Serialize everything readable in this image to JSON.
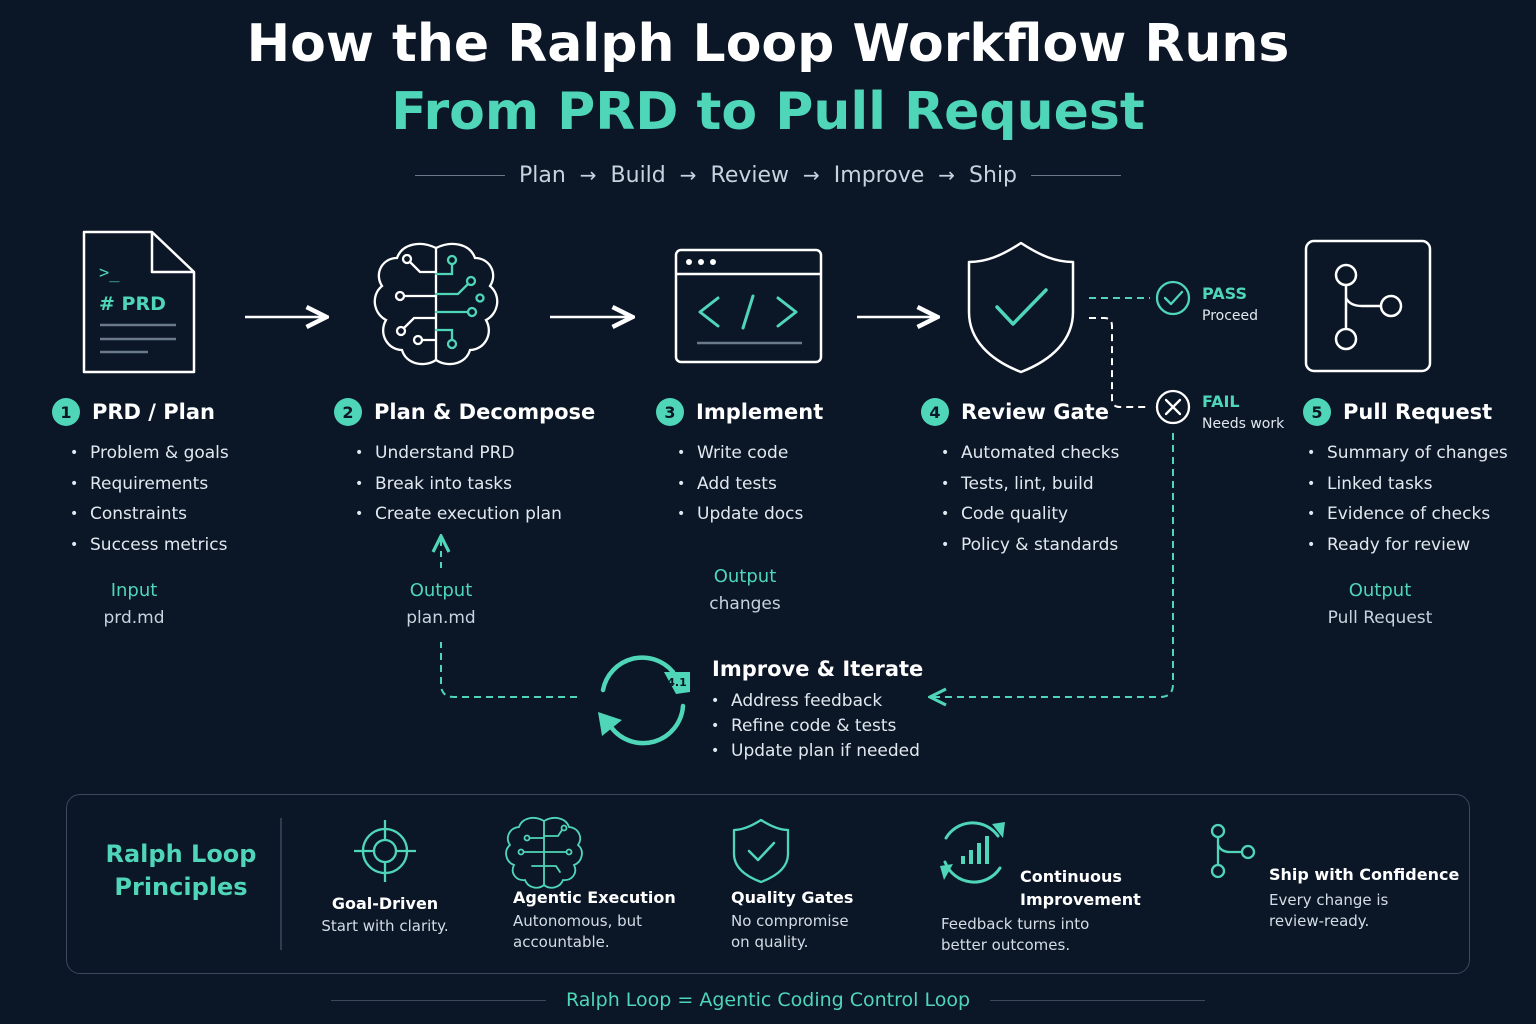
{
  "header": {
    "title": "How the Ralph Loop Workflow Runs",
    "subtitle": "From PRD to Pull Request",
    "stages": [
      "Plan",
      "Build",
      "Review",
      "Improve",
      "Ship"
    ],
    "arrow": "→"
  },
  "prd_doc": {
    "prompt": ">_",
    "heading": "# PRD"
  },
  "steps": [
    {
      "number": "1",
      "title": "PRD / Plan",
      "bullets": [
        "Problem & goals",
        "Requirements",
        "Constraints",
        "Success metrics"
      ],
      "io_label": "Input",
      "io_value": "prd.md"
    },
    {
      "number": "2",
      "title": "Plan & Decompose",
      "bullets": [
        "Understand PRD",
        "Break into tasks",
        "Create execution plan"
      ],
      "io_label": "Output",
      "io_value": "plan.md"
    },
    {
      "number": "3",
      "title": "Implement",
      "bullets": [
        "Write code",
        "Add tests",
        "Update docs"
      ],
      "io_label": "Output",
      "io_value": "changes"
    },
    {
      "number": "4",
      "title": "Review Gate",
      "bullets": [
        "Automated checks",
        "Tests, lint, build",
        "Code quality",
        "Policy & standards"
      ]
    },
    {
      "number": "5",
      "title": "Pull Request",
      "bullets": [
        "Summary of changes",
        "Linked tasks",
        "Evidence of checks",
        "Ready for review"
      ],
      "io_label": "Output",
      "io_value": "Pull Request"
    }
  ],
  "gate": {
    "pass_label": "PASS",
    "pass_sub": "Proceed",
    "fail_label": "FAIL",
    "fail_sub": "Needs work"
  },
  "iterate": {
    "badge": "4.1",
    "title": "Improve & Iterate",
    "bullets": [
      "Address feedback",
      "Refine code & tests",
      "Update plan if needed"
    ]
  },
  "principles": {
    "title_line1": "Ralph Loop",
    "title_line2": "Principles",
    "items": [
      {
        "icon": "target-icon",
        "title": "Goal-Driven",
        "desc": [
          "Start with clarity."
        ]
      },
      {
        "icon": "brain-icon",
        "title": "Agentic Execution",
        "desc": [
          "Autonomous, but",
          "accountable."
        ]
      },
      {
        "icon": "shield-check-icon",
        "title": "Quality Gates",
        "desc": [
          "No compromise",
          "on quality."
        ]
      },
      {
        "icon": "improvement-icon",
        "title": "Continuous Improvement",
        "title_lines": [
          "Continuous",
          "Improvement"
        ],
        "desc": [
          "Feedback turns into",
          "better outcomes."
        ]
      },
      {
        "icon": "branch-icon",
        "title": "Ship with Confidence",
        "desc": [
          "Every change is",
          "review-ready."
        ]
      }
    ]
  },
  "footer": "Ralph Loop = Agentic Coding Control Loop",
  "colors": {
    "background": "#0b1626",
    "accent": "#4fd6b8",
    "text": "#ffffff"
  }
}
